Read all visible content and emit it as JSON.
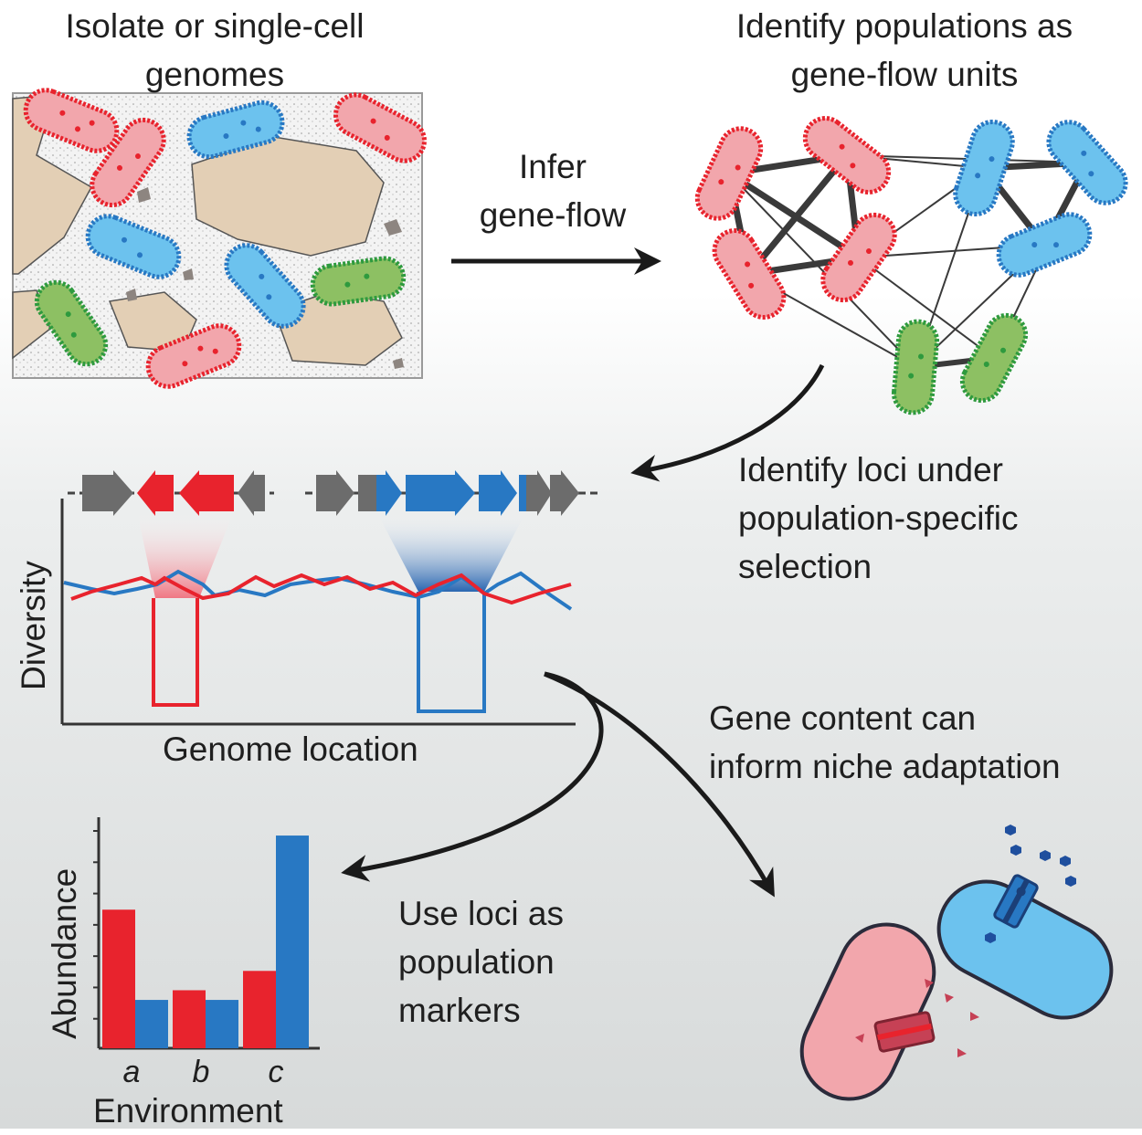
{
  "labels": {
    "isolate": "Isolate or single-cell\ngenomes",
    "identify_populations": "Identify populations as\ngene-flow units",
    "infer": "Infer\ngene-flow",
    "identify_loci": "Identify loci under\npopulation-specific\nselection",
    "gene_content": "Gene content can\ninform niche adaptation",
    "use_loci": "Use loci as\npopulation\nmarkers"
  },
  "diversity_plot": {
    "ylabel": "Diversity",
    "xlabel": "Genome location"
  },
  "chart_data": {
    "type": "bar",
    "xlabel": "Environment",
    "ylabel": "Abundance",
    "categories": [
      "a",
      "b",
      "c"
    ],
    "series": [
      {
        "color": "#e8232d",
        "values": [
          4.3,
          1.8,
          2.4
        ]
      },
      {
        "color": "#2878c3",
        "values": [
          1.5,
          1.5,
          6.6
        ]
      }
    ],
    "ylim": [
      0,
      6.8
    ],
    "yticks": 7
  },
  "colors": {
    "red": "#e8232d",
    "red_fill": "#f2a6ac",
    "blue": "#2878c3",
    "blue_fill": "#6cc2ee",
    "green": "#2e9a3e",
    "green_fill": "#8dc063",
    "rock": "#e3cfb5",
    "gene_gray": "#6c6c6c"
  }
}
